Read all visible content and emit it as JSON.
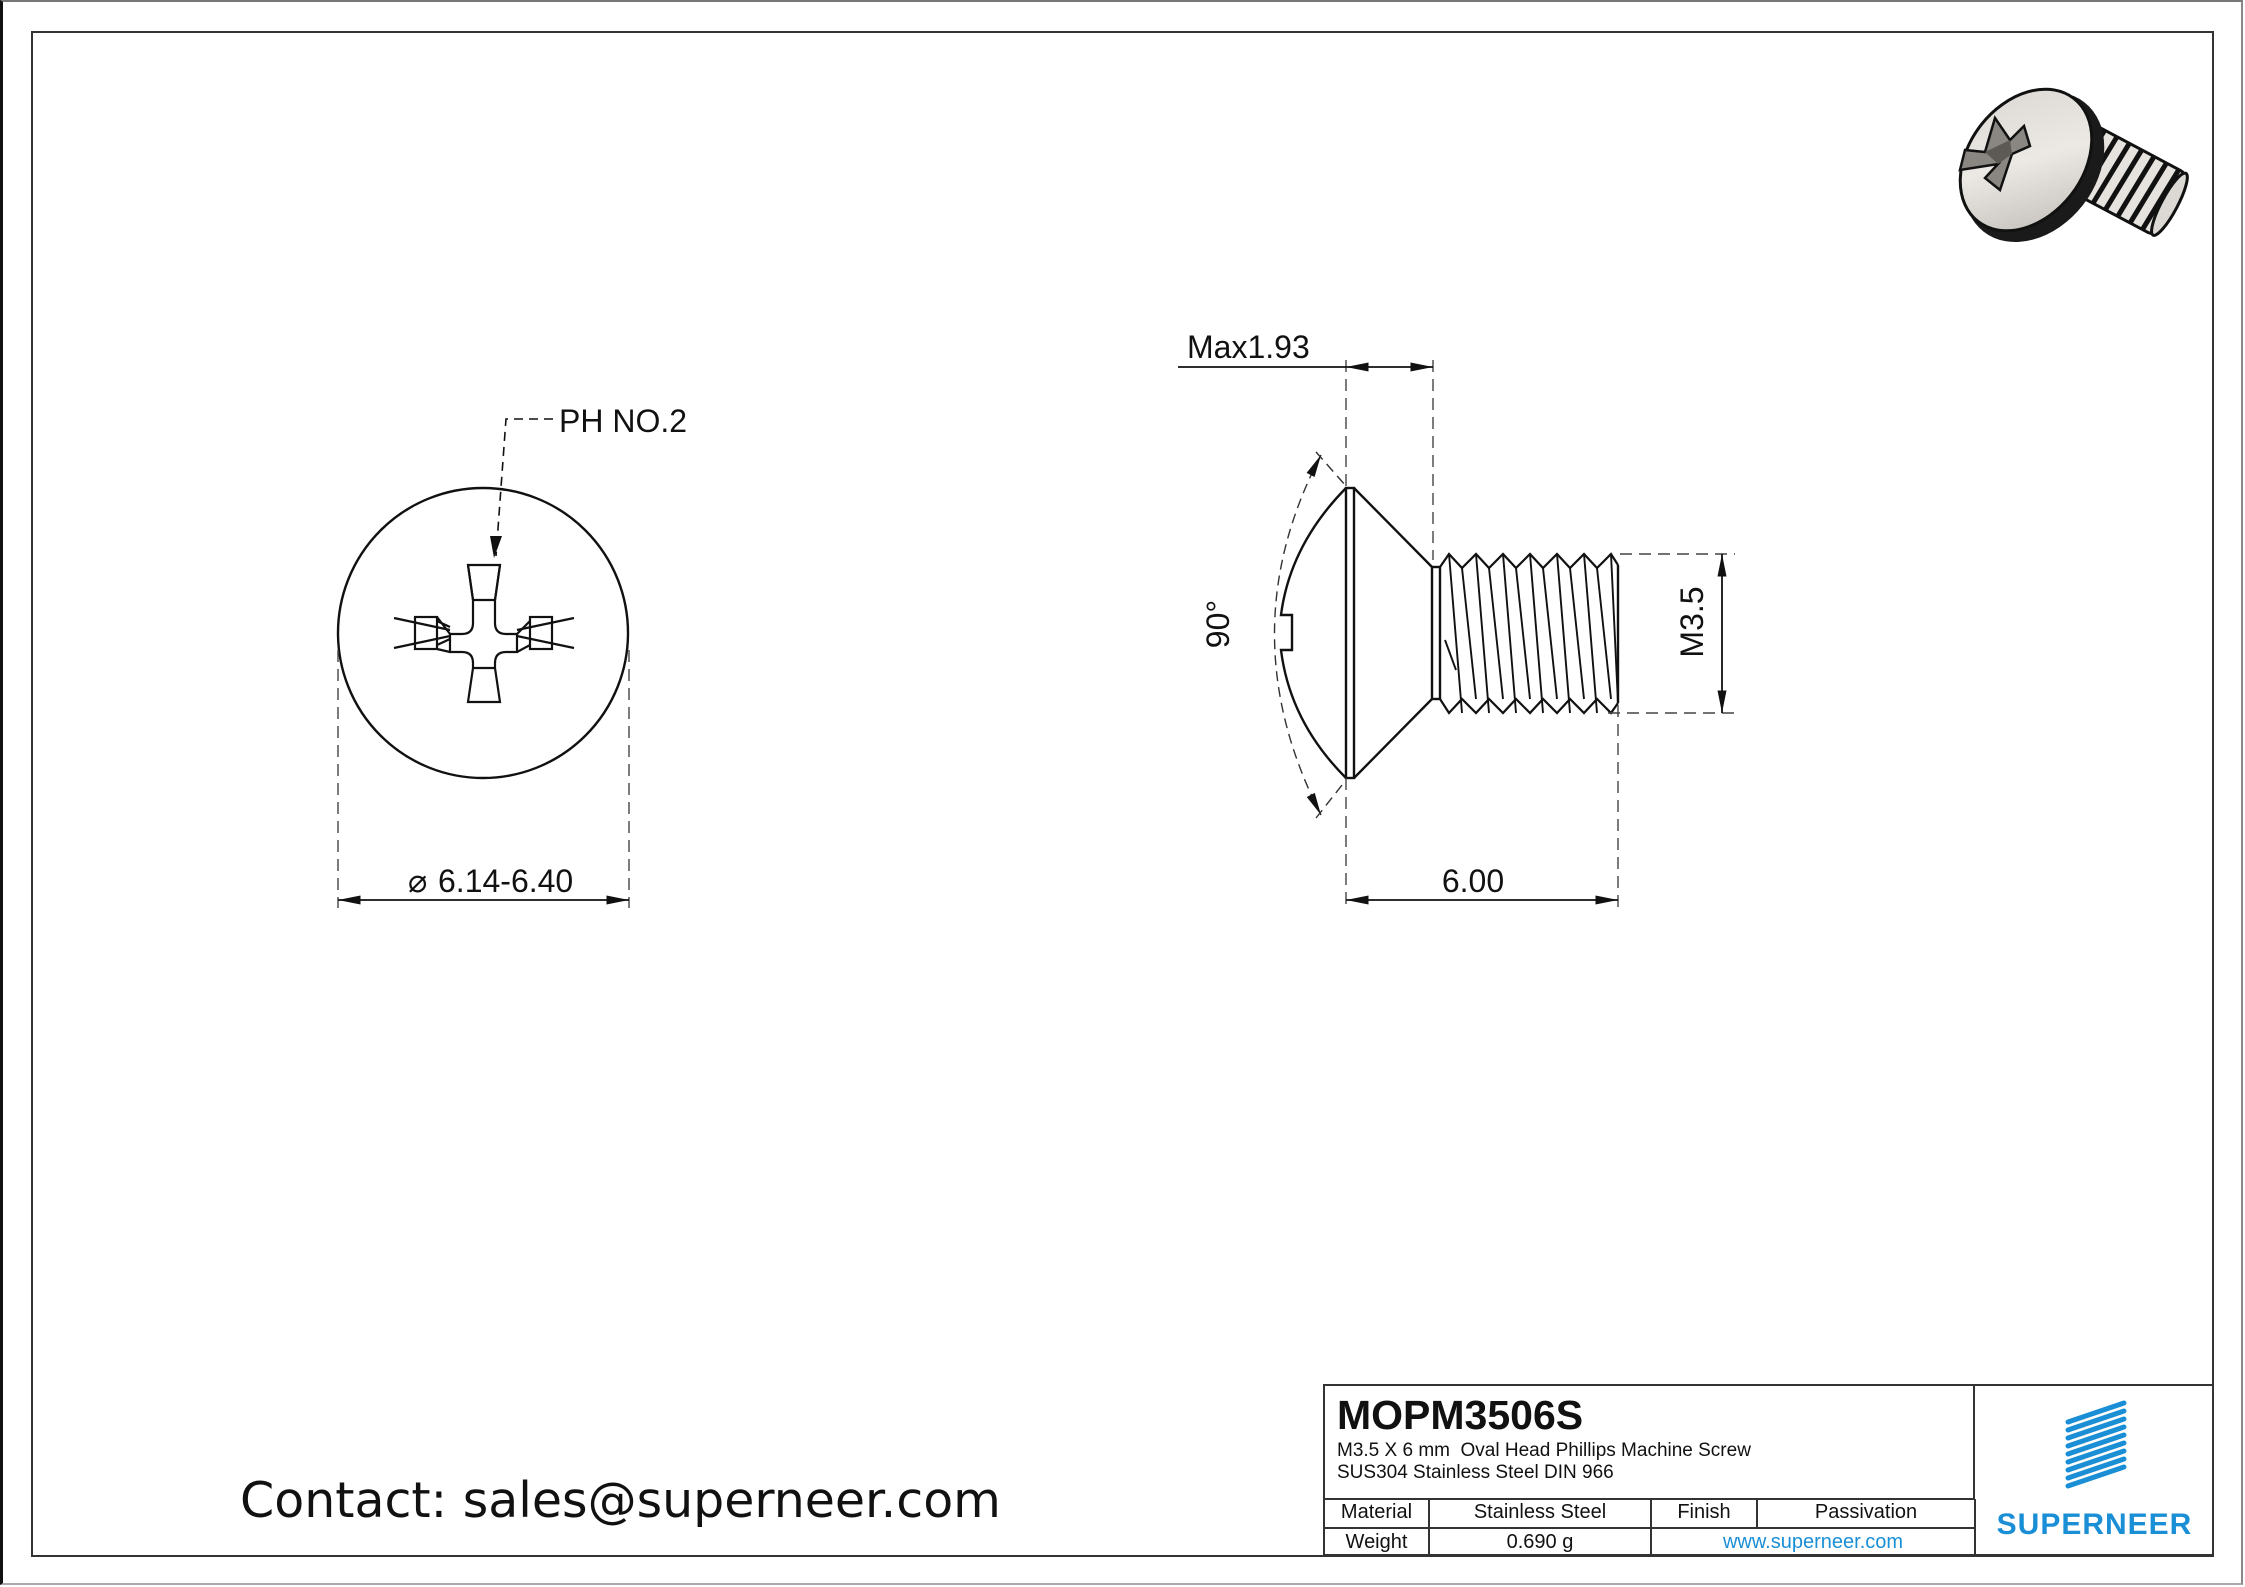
{
  "drawing": {
    "top_view": {
      "callout": "PH NO.2",
      "diameter_dim": "6.14-6.40",
      "diameter_symbol": "⌀"
    },
    "side_view": {
      "head_height_dim": "Max1.93",
      "angle_dim": "90°",
      "thread_dim": "M3.5",
      "length_dim": "6.00"
    },
    "iso_view": {
      "label": "3d-screw-render"
    }
  },
  "contact": {
    "text": "Contact: sales@superneer.com"
  },
  "title_block": {
    "part_number": "MOPM3506S",
    "description_line1": "M3.5 X 6 mm  Oval Head Phillips Machine Screw",
    "description_line2": "SUS304 Stainless Steel DIN 966",
    "material_label": "Material",
    "material_value": "Stainless Steel",
    "finish_label": "Finish",
    "finish_value": "Passivation",
    "weight_label": "Weight",
    "weight_value": "0.690 g",
    "website": "www.superneer.com",
    "brand": "SUPERNEER"
  },
  "colors": {
    "brand_blue": "#1a8fd6",
    "line": "#111111"
  }
}
